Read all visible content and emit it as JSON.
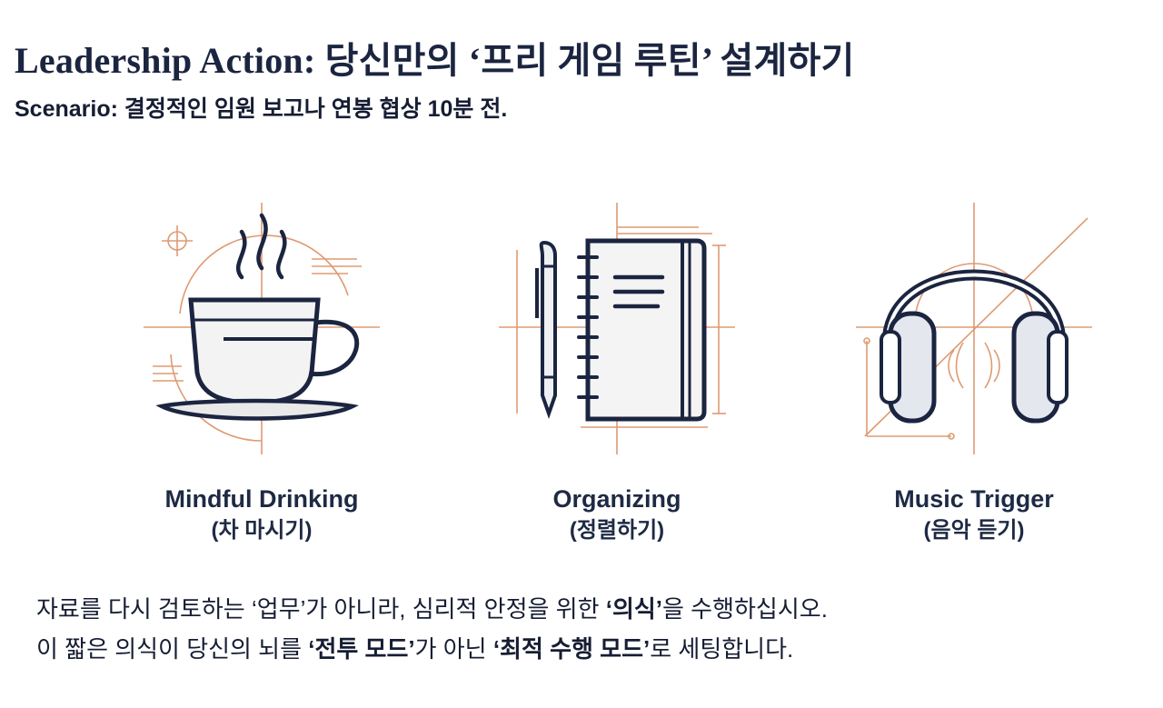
{
  "title": "Leadership Action: 당신만의 ‘프리 게임 루틴’ 설계하기",
  "scenario": {
    "label": "Scenario:",
    "text": " 결정적인 임원 보고나 연봉 협상 10분 전."
  },
  "cards": [
    {
      "icon": "coffee-cup-icon",
      "title": "Mindful Drinking",
      "subtitle": "(차 마시기)"
    },
    {
      "icon": "notebook-pen-icon",
      "title": "Organizing",
      "subtitle": "(정렬하기)"
    },
    {
      "icon": "headphones-icon",
      "title": "Music Trigger",
      "subtitle": "(음악 듣기)"
    }
  ],
  "body": {
    "line1": {
      "a": "자료를 다시 검토하는 ‘업무’가 아니라, 심리적 안정을 위한 ",
      "b": "‘의식’",
      "c": "을 수행하십시오."
    },
    "line2": {
      "a": "이 짧은 의식이 당신의 뇌를 ",
      "b": "‘전투 모드’",
      "c": "가 아닌 ",
      "d": "‘최적 수행 모드’",
      "e": "로 세팅합니다."
    }
  },
  "colors": {
    "navy": "#1b2540",
    "accent_orange": "#d9895a"
  }
}
